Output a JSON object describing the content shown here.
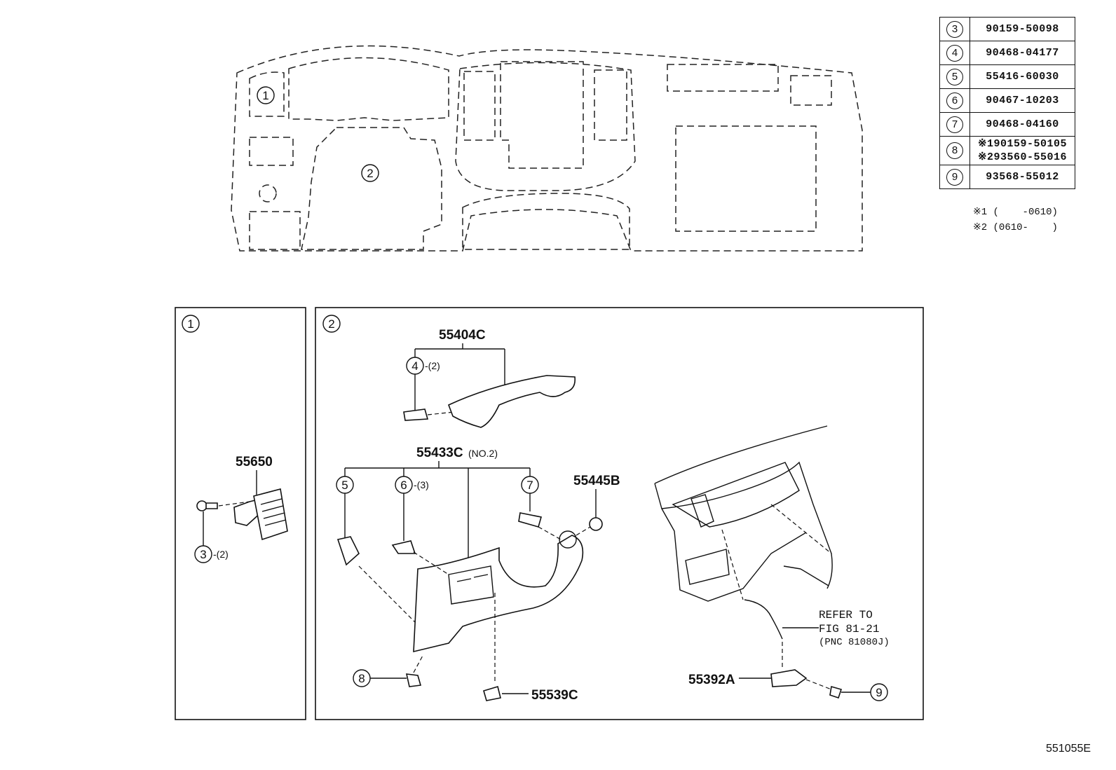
{
  "overview": {
    "callouts": [
      "1",
      "2"
    ]
  },
  "parts_table": {
    "rows": [
      {
        "ref": "3",
        "part_numbers": [
          "90159-50098"
        ]
      },
      {
        "ref": "4",
        "part_numbers": [
          "90468-04177"
        ]
      },
      {
        "ref": "5",
        "part_numbers": [
          "55416-60030"
        ]
      },
      {
        "ref": "6",
        "part_numbers": [
          "90467-10203"
        ]
      },
      {
        "ref": "7",
        "part_numbers": [
          "90468-04160"
        ]
      },
      {
        "ref": "8",
        "part_numbers": [
          "※190159-50105",
          "※293560-55016"
        ]
      },
      {
        "ref": "9",
        "part_numbers": [
          "93568-55012"
        ]
      }
    ],
    "notes": [
      "※1 (    -0610)",
      "※2 (0610-    )"
    ]
  },
  "panel1": {
    "ref": "1",
    "part_label": "55650",
    "screw_ref": "3",
    "screw_qty": "-(2)"
  },
  "panel2": {
    "ref": "2",
    "upper_cover_label": "55404C",
    "clip4_ref": "4",
    "clip4_qty": "-(2)",
    "lower_panel_label": "55433C",
    "lower_panel_suffix": "(NO.2)",
    "clip5_ref": "5",
    "clip6_ref": "6",
    "clip6_qty": "-(3)",
    "clip7_ref": "7",
    "cap_label": "55445B",
    "bolt8_ref": "8",
    "plug_label": "55539C",
    "refer_line1": "REFER TO",
    "refer_line2": "FIG 81-21",
    "refer_line3": "(PNC 81080J)",
    "bracket_label": "55392A",
    "screw9_ref": "9"
  },
  "figure_code": "551055E"
}
